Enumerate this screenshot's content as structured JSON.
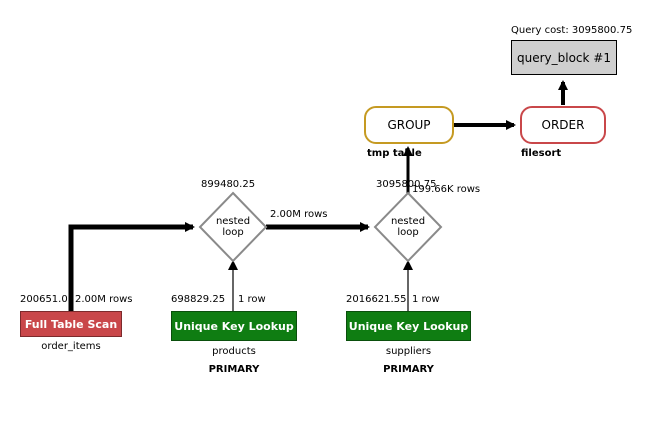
{
  "query_cost": "Query cost: 3095800.75",
  "query_block": "query_block #1",
  "group_node": {
    "label": "GROUP",
    "note": "tmp table"
  },
  "order_node": {
    "label": "ORDER",
    "note": "filesort"
  },
  "nested_loop_1": {
    "line1": "nested",
    "line2": "loop",
    "cost": "899480.25"
  },
  "nested_loop_2": {
    "line1": "nested",
    "line2": "loop",
    "cost": "3095800.75"
  },
  "table_scan": {
    "label": "Full Table Scan",
    "cost": "200651.0",
    "rows": "2.00M rows",
    "table": "order_items"
  },
  "lookup_products": {
    "label": "Unique Key Lookup",
    "cost": "698829.25",
    "rows": "1 row",
    "table": "products",
    "key": "PRIMARY"
  },
  "lookup_suppliers": {
    "label": "Unique Key Lookup",
    "cost": "2016621.55",
    "rows": "1 row",
    "table": "suppliers",
    "key": "PRIMARY"
  },
  "edge_loop1_to_loop2": "2.00M rows",
  "edge_loop2_to_group": "199.66K rows"
}
